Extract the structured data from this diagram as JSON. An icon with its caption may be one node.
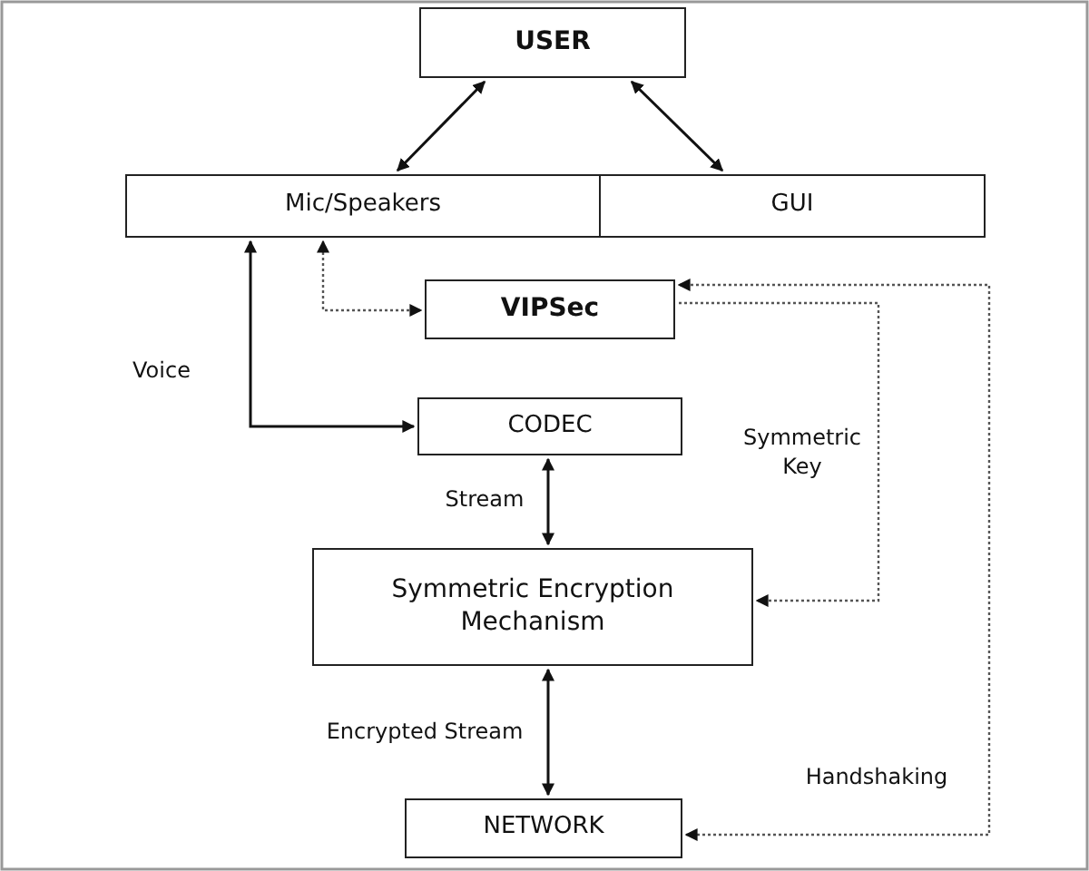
{
  "diagram": {
    "nodes": [
      {
        "text": [
          "USER"
        ]
      },
      {
        "text": [
          "Mic/Speakers"
        ]
      },
      {
        "text": [
          "GUI"
        ]
      },
      {
        "text": [
          "VIPSec"
        ]
      },
      {
        "text": [
          "CODEC"
        ]
      },
      {
        "text": [
          "Symmetric Encryption Mechanism"
        ]
      },
      {
        "text": [
          "NETWORK"
        ]
      }
    ],
    "edges": [
      {
        "from": 0,
        "to": 1,
        "arrow": "both"
      },
      {
        "from": 0,
        "to": 2,
        "arrow": "both"
      },
      {
        "from": 1,
        "to": 3,
        "arrow": "both",
        "style": "dashed"
      },
      {
        "from": 1,
        "to": 4,
        "arrow": "both",
        "label": "Voice"
      },
      {
        "from": 4,
        "to": 5,
        "arrow": "both",
        "label": "Stream"
      },
      {
        "from": 5,
        "to": 6,
        "arrow": "both",
        "label": "Encrypted Stream"
      },
      {
        "from": 3,
        "to": 5,
        "arrow": "to",
        "label": "Symmetric Key",
        "style": "dashed"
      },
      {
        "from": 6,
        "to": 3,
        "arrow": "both",
        "label": "Handshaking",
        "style": "dashed"
      }
    ]
  }
}
